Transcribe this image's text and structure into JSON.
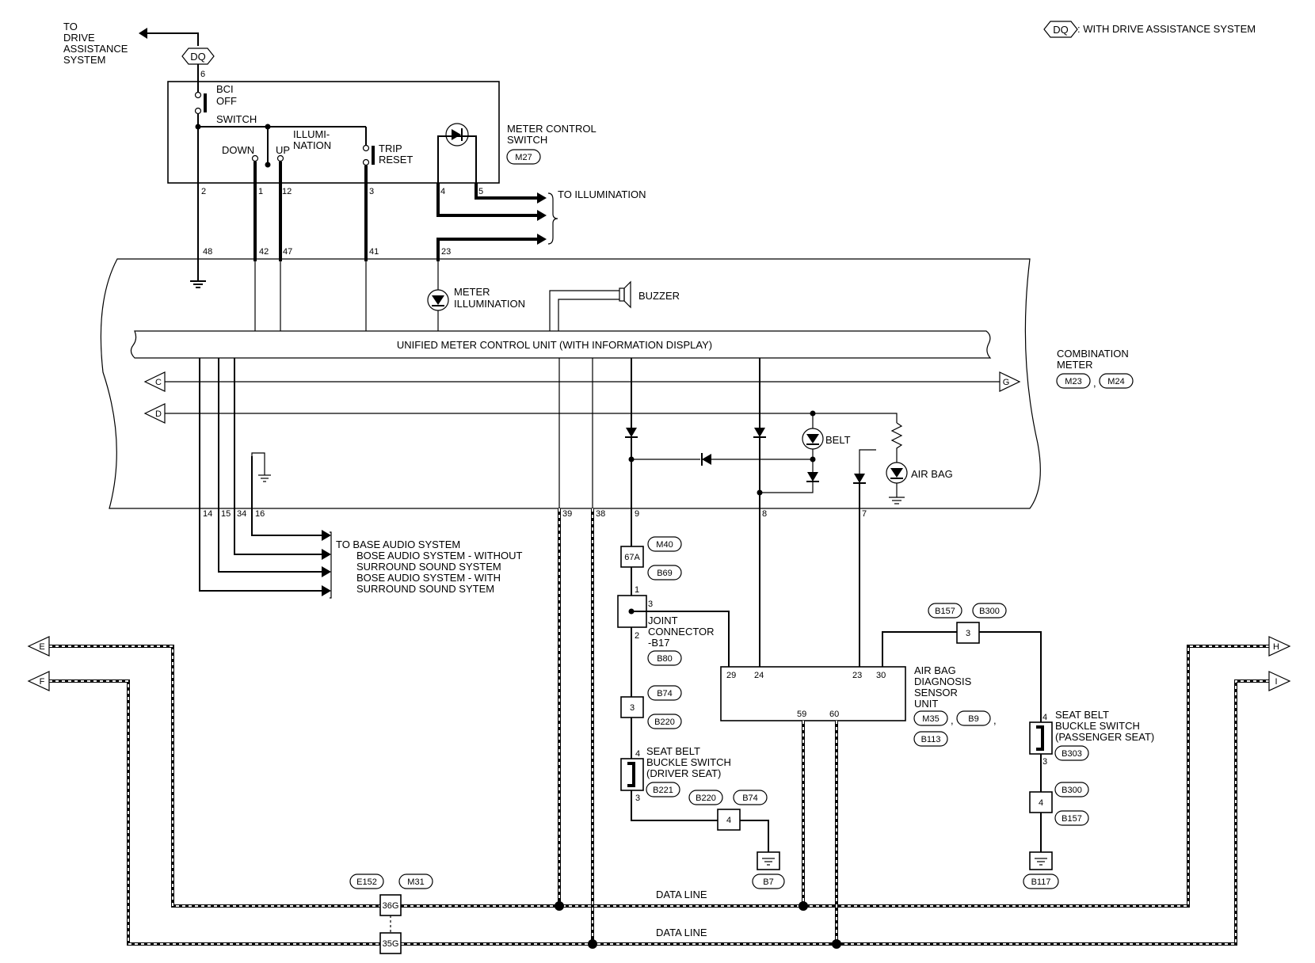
{
  "legend": {
    "code": "DQ",
    "text": ": WITH DRIVE ASSISTANCE SYSTEM"
  },
  "top_left": {
    "dest": [
      "TO",
      "DRIVE",
      "ASSISTANCE",
      "SYSTEM"
    ],
    "tag": "DQ",
    "pin": "6"
  },
  "switch_block": {
    "bci": [
      "BCI",
      "OFF",
      "SWITCH"
    ],
    "illum": [
      "ILLUMI-",
      "NATION"
    ],
    "down": "DOWN",
    "up": "UP",
    "trip": [
      "TRIP",
      "RESET"
    ],
    "name": [
      "METER CONTROL",
      "SWITCH"
    ],
    "connector": "M27",
    "pins": [
      "2",
      "1",
      "12",
      "3",
      "4",
      "5"
    ]
  },
  "to_illumination": "TO ILLUMINATION",
  "meter_pins_top": [
    "48",
    "42",
    "47",
    "41",
    "23"
  ],
  "meter_illum": [
    "METER",
    "ILLUMINATION"
  ],
  "buzzer": "BUZZER",
  "unit_label": "UNIFIED METER CONTROL UNIT (WITH INFORMATION DISPLAY)",
  "combination_meter": {
    "name": [
      "COMBINATION",
      "METER"
    ],
    "connectors": [
      "M23",
      "M24"
    ]
  },
  "arrows": {
    "c": "C",
    "d": "D",
    "g": "G",
    "e": "E",
    "f": "F",
    "h": "H",
    "i": "I"
  },
  "belt": "BELT",
  "airbag": "AIR BAG",
  "meter_pins_bottom": [
    "14",
    "15",
    "34",
    "16",
    "39",
    "38",
    "9",
    "8",
    "7"
  ],
  "audio": [
    "TO BASE AUDIO SYSTEM",
    "BOSE AUDIO SYSTEM - WITHOUT",
    "SURROUND SOUND SYSTEM",
    "BOSE AUDIO SYSTEM - WITH",
    "SURROUND SOUND SYTEM"
  ],
  "conn_67a": {
    "pin": "67A",
    "top": "M40",
    "bottom": "B69"
  },
  "joint": {
    "name": [
      "JOINT",
      "CONNECTOR",
      "-B17"
    ],
    "connector": "B80",
    "pins": [
      "1",
      "3",
      "2"
    ]
  },
  "conn_3_left": {
    "pin": "3",
    "top": "B74",
    "bottom": "B220"
  },
  "belt_driver": {
    "name": [
      "SEAT BELT",
      "BUCKLE SWITCH",
      "(DRIVER SEAT)"
    ],
    "connector": "B221",
    "pins": [
      "4",
      "3"
    ]
  },
  "conn_4_left": {
    "pin": "4",
    "left": "B220",
    "right": "B74"
  },
  "ground_left": "B7",
  "airbag_unit": {
    "name": [
      "AIR BAG",
      "DIAGNOSIS",
      "SENSOR",
      "UNIT"
    ],
    "connectors": [
      "M35",
      "B9",
      "B113"
    ],
    "pins_top": [
      "29",
      "24",
      "23",
      "30"
    ],
    "pins_bottom": [
      "59",
      "60"
    ]
  },
  "conn_3_right": {
    "pin": "3",
    "left": "B157",
    "right": "B300"
  },
  "belt_passenger": {
    "name": [
      "SEAT BELT",
      "BUCKLE SWITCH",
      "(PASSENGER SEAT)"
    ],
    "connector": "B303",
    "pins": [
      "4",
      "3"
    ]
  },
  "conn_4_right": {
    "pin": "4",
    "top": "B300",
    "bottom": "B157"
  },
  "ground_right": "B117",
  "data_line": "DATA LINE",
  "data_conn": {
    "left": "E152",
    "right": "M31",
    "pin_top": "36G",
    "pin_bottom": "35G"
  },
  "comma": ","
}
